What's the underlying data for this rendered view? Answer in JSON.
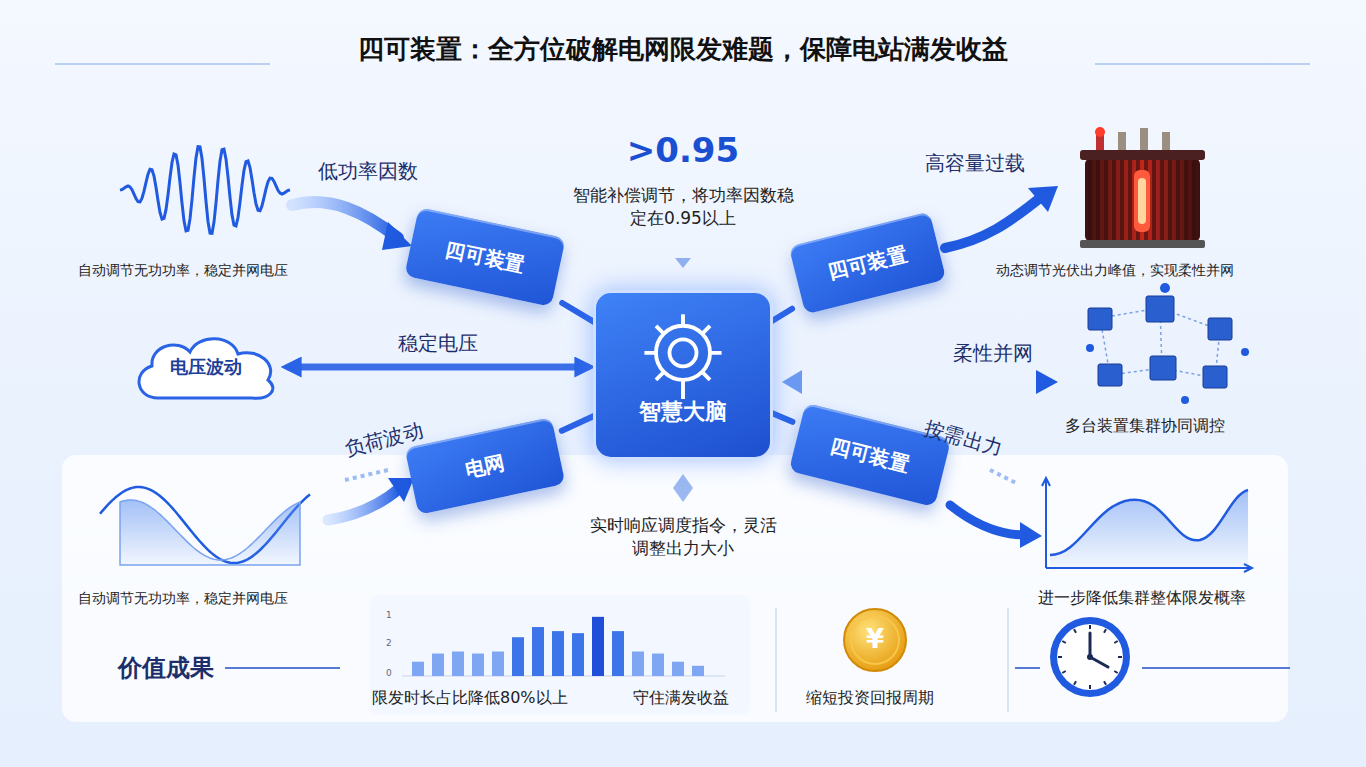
{
  "diagram": {
    "title": "四可装置：全方位破解电网限发难题，保障电站满发收益",
    "nodes": [
      {
        "text": [
          "四可装置"
        ]
      },
      {
        "text": [
          "四可装置"
        ]
      },
      {
        "text": [
          "电压波动"
        ]
      },
      {
        "text": [
          "智慧大脑"
        ]
      },
      {
        "text": [
          "电网"
        ]
      },
      {
        "text": [
          "四可装置"
        ]
      }
    ],
    "edges": [
      {
        "from": 0,
        "to": 3,
        "arrow": "none"
      },
      {
        "from": 1,
        "to": 3,
        "arrow": "none"
      },
      {
        "from": 2,
        "to": 3,
        "label": "稳定电压",
        "arrow": "both"
      },
      {
        "from": 4,
        "to": 3,
        "arrow": "none"
      },
      {
        "from": 5,
        "to": 3,
        "arrow": "none"
      }
    ],
    "labels": [
      ">0.95",
      "智能补偿调节，将功率因数稳定在0.95以上",
      "低功率因数",
      "自动调节无功功率，稳定并网电压",
      "高容量过载",
      "动态调节光伏出力峰值，实现柔性并网",
      "柔性并网",
      "多台装置集群协同调控",
      "负荷波动",
      "按需出力",
      "实时响应调度指令，灵活调整出力大小",
      "自动调节无功功率，稳定并网电压",
      "进一步降低集群整体限发概率",
      "价值成果",
      "限发时长占比降低80%以上",
      "守住满发收益",
      "缩短投资回报周期",
      "¥",
      "1",
      "2",
      "0"
    ]
  }
}
